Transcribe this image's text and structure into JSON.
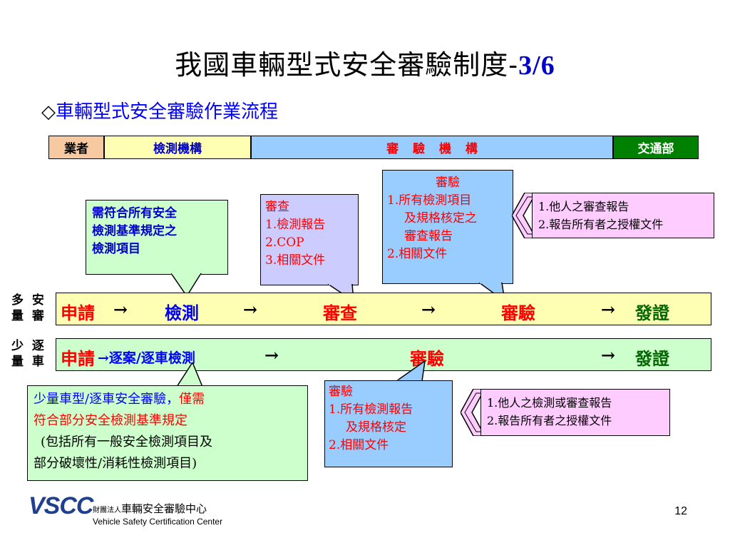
{
  "title": {
    "main": "我國車輛型式安全審驗制度-",
    "suffix": "3/6"
  },
  "subtitle": {
    "diamond": "◇",
    "text": "車輛型式安全審驗作業流程"
  },
  "header_tabs": {
    "operator": "業者",
    "lab": "檢測機構",
    "review": "審 驗 機 構",
    "mot": "交通部"
  },
  "callouts": {
    "requirement": [
      "需符合所有安全",
      "檢測基準規定之",
      "檢測項目"
    ],
    "review_docs": [
      "審查",
      "1.檢測報告",
      "2.COP",
      "3.相關文件"
    ],
    "inspection": [
      "審驗",
      "1.所有檢測項目",
      "及規格核定之",
      "審查報告",
      "2.相關文件"
    ],
    "others_review": [
      "1.他人之審查報告",
      "2.報告所有者之授權文件"
    ],
    "low_volume": {
      "line1_blue": "少量車型/逐車安全審驗，",
      "line1_red": "僅需",
      "line2_red": "符合部分安全檢測基準規定",
      "line3": "(包括所有一般安全檢測項目及",
      "line4": "部分破壞性/消耗性檢測項目)"
    },
    "low_inspection": [
      "審驗",
      "1.所有檢測報告",
      "及規格核定",
      "2.相關文件"
    ],
    "others_test": [
      "1.他人之檢測或審查報告",
      "2.報告所有者之授權文件"
    ]
  },
  "flow_safety": {
    "side_label": [
      "多",
      "安",
      "量",
      "審"
    ],
    "apply": "申請",
    "arrow1": "→",
    "test": "檢測",
    "arrow2": "→",
    "review": "審查",
    "arrow3": "→",
    "inspect": "審驗",
    "arrow4": "→",
    "certify": "發證"
  },
  "flow_low_volume": {
    "side_label": [
      "少",
      "逐",
      "量",
      "車"
    ],
    "apply": "申請",
    "case_test": "→逐案/逐車檢測",
    "arrow2": "→",
    "inspect": "審驗",
    "arrow3": "→",
    "certify": "發證"
  },
  "footer": {
    "logo_mark": "VSCC",
    "logo_prefix": "財團法人",
    "logo_cn": "車輛安全審驗中心",
    "logo_en": "Vehicle Safety Certification Center",
    "page_number": "12"
  },
  "colors": {
    "operator_bg": "#f6c9a0",
    "lab_bg": "#ffffb3",
    "review_bg": "#99ccff",
    "mot_bg": "#008000",
    "lavender_callout": "#ccccff",
    "pink_callout": "#ffccff",
    "green_callout": "#ccffcc"
  }
}
